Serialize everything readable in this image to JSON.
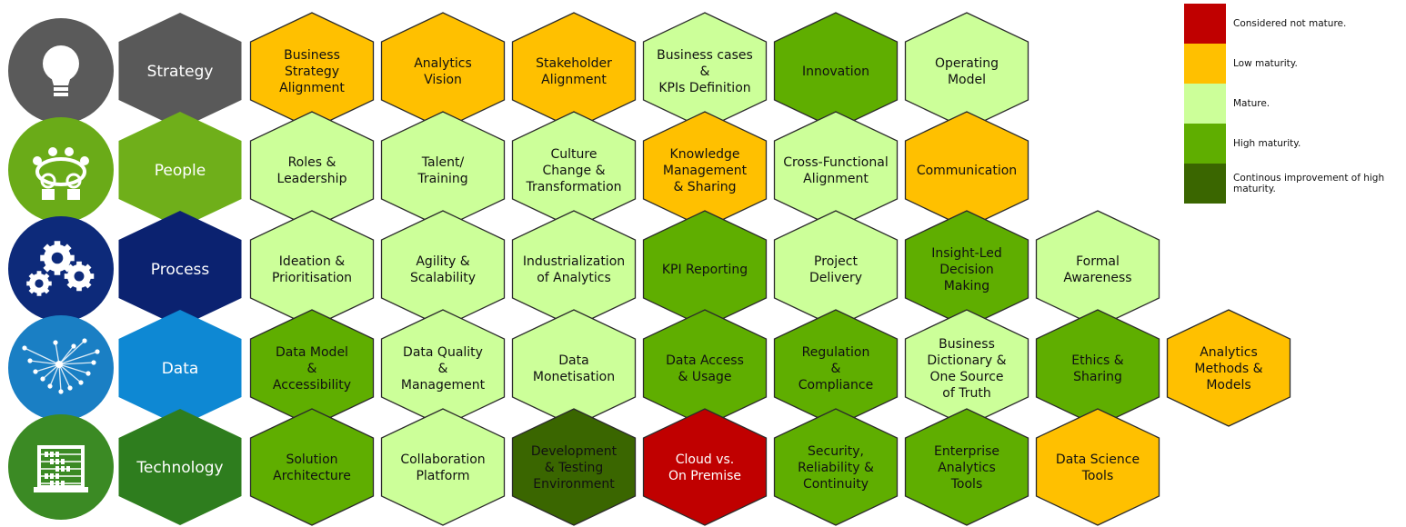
{
  "legend": [
    {
      "label": "Considered not mature.",
      "color": "#C00000"
    },
    {
      "label": "Low maturity.",
      "color": "#FFC000"
    },
    {
      "label": "Mature.",
      "color": "#CCFF99"
    },
    {
      "label": "High maturity.",
      "color": "#5FAE00"
    },
    {
      "label": "Continous improvement of high maturity.",
      "color": "#3A6600"
    }
  ],
  "categories": [
    {
      "name": "Strategy",
      "icon": "lightbulb-icon",
      "color": "#595959",
      "circle_color": "#5A5A5A",
      "items": [
        {
          "lines": [
            "Business",
            "Strategy",
            "Alignment"
          ],
          "level": 1
        },
        {
          "lines": [
            "Analytics",
            "Vision"
          ],
          "level": 1
        },
        {
          "lines": [
            "Stakeholder",
            "Alignment"
          ],
          "level": 1
        },
        {
          "lines": [
            "Business cases",
            "&",
            "KPIs Definition"
          ],
          "level": 2
        },
        {
          "lines": [
            "Innovation"
          ],
          "level": 3
        },
        {
          "lines": [
            "Operating",
            "Model"
          ],
          "level": 2
        }
      ]
    },
    {
      "name": "People",
      "icon": "meeting-people-icon",
      "color": "#6FAF1A",
      "circle_color": "#6AAB18",
      "items": [
        {
          "lines": [
            "Roles &",
            "Leadership"
          ],
          "level": 2
        },
        {
          "lines": [
            "Talent/",
            "Training"
          ],
          "level": 2
        },
        {
          "lines": [
            "Culture",
            "Change &",
            "Transformation"
          ],
          "level": 2
        },
        {
          "lines": [
            "Knowledge",
            "Management",
            "& Sharing"
          ],
          "level": 1
        },
        {
          "lines": [
            "Cross-Functional",
            "Alignment"
          ],
          "level": 2
        },
        {
          "lines": [
            "Communication"
          ],
          "level": 1
        }
      ]
    },
    {
      "name": "Process",
      "icon": "gears-icon",
      "color": "#0B2270",
      "circle_color": "#0D2A7A",
      "items": [
        {
          "lines": [
            "Ideation &",
            "Prioritisation"
          ],
          "level": 2
        },
        {
          "lines": [
            "Agility &",
            "Scalability"
          ],
          "level": 2
        },
        {
          "lines": [
            "Industrialization",
            "of Analytics"
          ],
          "level": 2
        },
        {
          "lines": [
            "KPI Reporting"
          ],
          "level": 3
        },
        {
          "lines": [
            "Project",
            "Delivery"
          ],
          "level": 2
        },
        {
          "lines": [
            "Insight-Led",
            "Decision",
            "Making"
          ],
          "level": 3
        },
        {
          "lines": [
            "Formal",
            "Awareness"
          ],
          "level": 2
        }
      ]
    },
    {
      "name": "Data",
      "icon": "network-icon",
      "color": "#0E88D3",
      "circle_color": "#1A7FC4",
      "items": [
        {
          "lines": [
            "Data Model",
            "&",
            "Accessibility"
          ],
          "level": 3
        },
        {
          "lines": [
            "Data Quality",
            "&",
            "Management"
          ],
          "level": 2
        },
        {
          "lines": [
            "Data",
            "Monetisation"
          ],
          "level": 2
        },
        {
          "lines": [
            "Data Access",
            "& Usage"
          ],
          "level": 3
        },
        {
          "lines": [
            "Regulation",
            "&",
            "Compliance"
          ],
          "level": 3
        },
        {
          "lines": [
            "Business",
            "Dictionary &",
            "One Source",
            "of Truth"
          ],
          "level": 2
        },
        {
          "lines": [
            "Ethics &",
            "Sharing"
          ],
          "level": 3
        },
        {
          "lines": [
            "Analytics",
            "Methods &",
            "Models"
          ],
          "level": 1
        }
      ]
    },
    {
      "name": "Technology",
      "icon": "abacus-icon",
      "color": "#2E7D1E",
      "circle_color": "#3B8A24",
      "items": [
        {
          "lines": [
            "Solution",
            "Architecture"
          ],
          "level": 3
        },
        {
          "lines": [
            "Collaboration",
            "Platform"
          ],
          "level": 2
        },
        {
          "lines": [
            "Development",
            "& Testing",
            "Environment"
          ],
          "level": 4
        },
        {
          "lines": [
            "Cloud vs.",
            "On Premise"
          ],
          "level": 0
        },
        {
          "lines": [
            "Security,",
            "Reliability &",
            "Continuity"
          ],
          "level": 3
        },
        {
          "lines": [
            "Enterprise",
            "Analytics",
            "Tools"
          ],
          "level": 3
        },
        {
          "lines": [
            "Data Science",
            "Tools"
          ],
          "level": 1
        }
      ]
    }
  ]
}
